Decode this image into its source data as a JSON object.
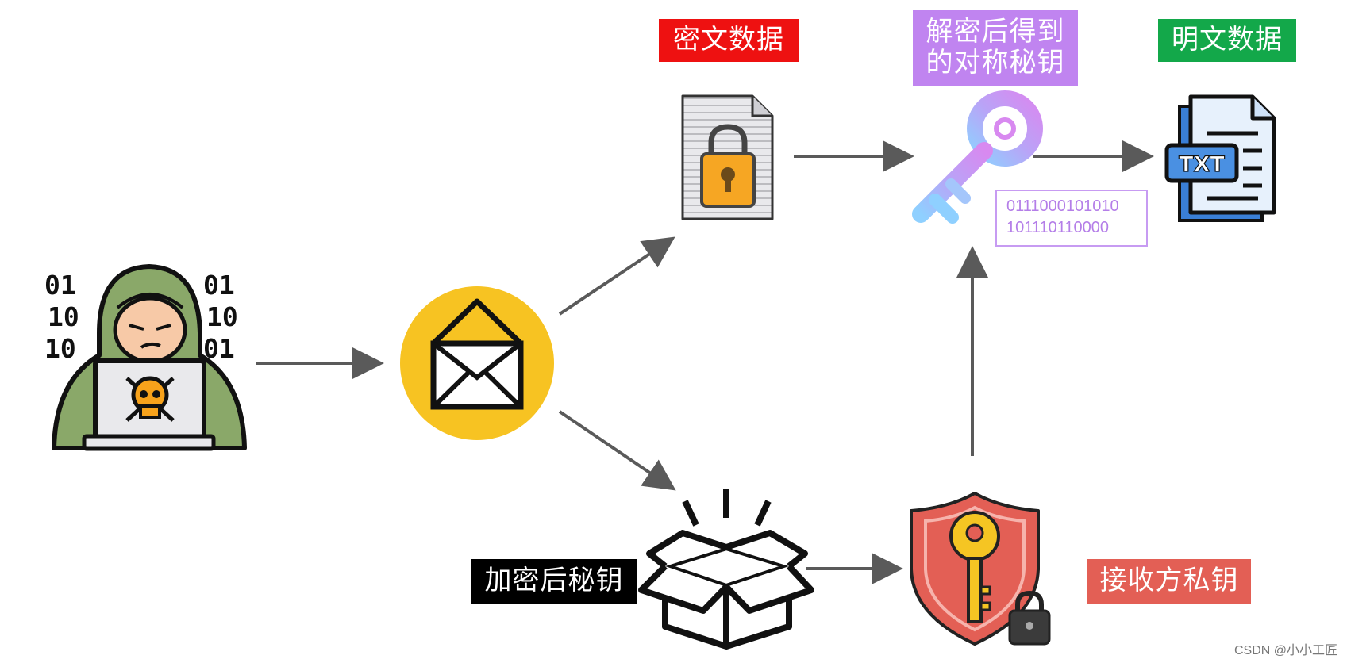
{
  "labels": {
    "ciphertext": "密文数据",
    "decrypted_key_line1": "解密后得到",
    "decrypted_key_line2": "的对称秘钥",
    "plaintext": "明文数据",
    "encrypted_key": "加密后秘钥",
    "receiver_private_key": "接收方私钥"
  },
  "binary": {
    "line1": "0111000101010",
    "line2": "101110110000"
  },
  "hacker_binary": {
    "left": [
      "01",
      "10",
      "10"
    ],
    "right": [
      "01",
      "10",
      "01"
    ]
  },
  "document_badge": "TXT",
  "watermark": "CSDN @小小工匠",
  "colors": {
    "cipher_label": "#ee1111",
    "decrypt_label": "#c084f0",
    "plain_label": "#13a84a",
    "enckey_label": "#000000",
    "privkey_label": "#e35f55",
    "arrow": "#5a5a5a",
    "envelope_circle": "#f7c322"
  },
  "icons": [
    "hacker-icon",
    "envelope-icon",
    "locked-document-icon",
    "key-icon",
    "txt-document-icon",
    "open-box-icon",
    "shield-key-icon",
    "padlock-icon"
  ]
}
